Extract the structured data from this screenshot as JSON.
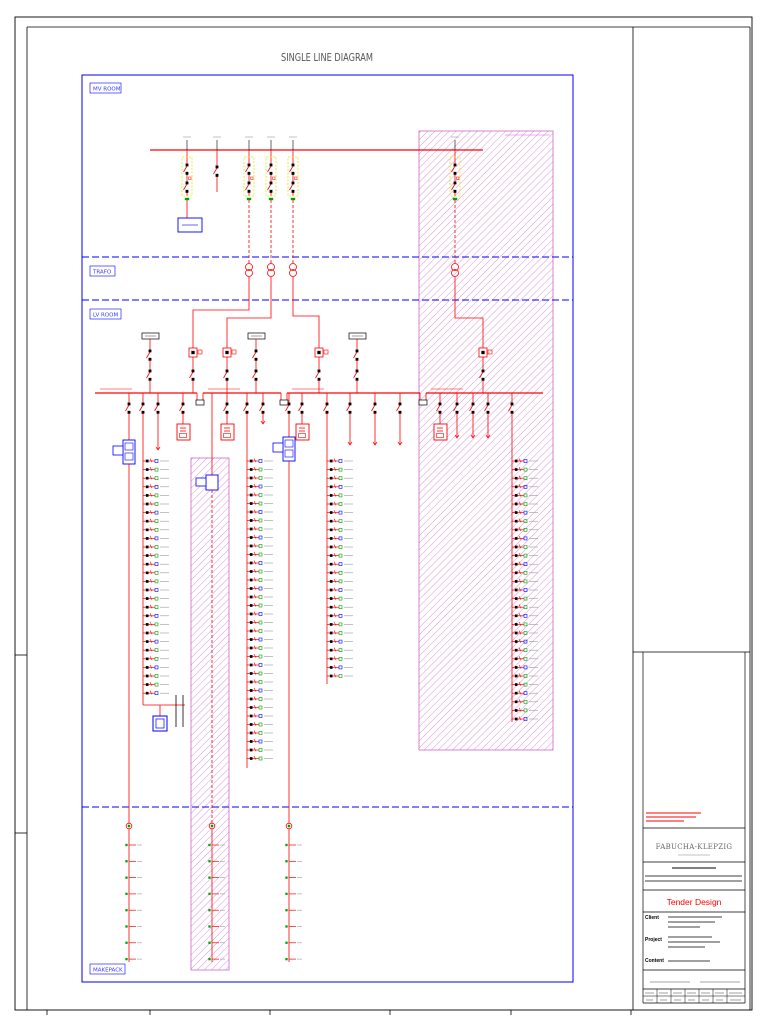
{
  "drawing": {
    "title": "SINGLE LINE DIAGRAM",
    "sections": {
      "mv_room": "MV ROOM",
      "trafo": "TRAFO",
      "lv_room": "LV ROOM",
      "makepack": "MAKEPACK"
    }
  },
  "title_block": {
    "logo": "FABUCHA-KLEPZIG",
    "status": "Tender Design",
    "labels": {
      "client": "Client",
      "project": "Project",
      "content": "Content"
    }
  },
  "colors": {
    "frame": "#000000",
    "boundary": "#0000ff",
    "power": "#ff0000",
    "panel": "#e6e600",
    "hatch": "#cc66cc",
    "termination": "#00a000",
    "device": "#0000ff",
    "tag": "#999999",
    "status": "#ff0000"
  }
}
